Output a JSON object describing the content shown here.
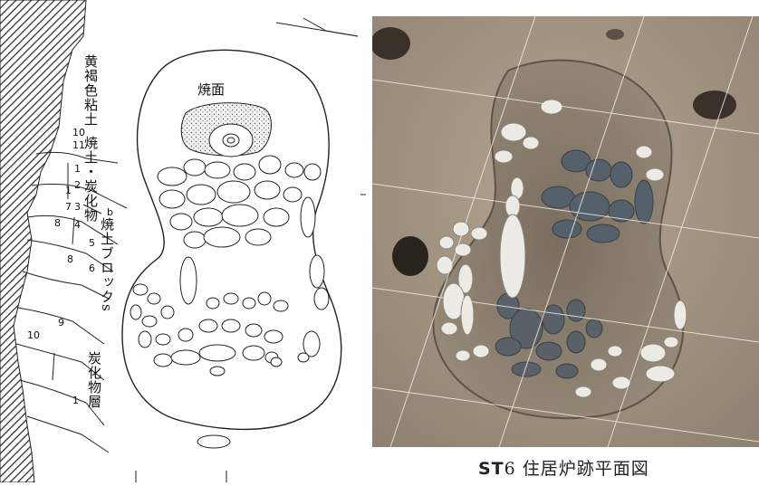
{
  "drawing": {
    "labels": {
      "yellow_clay": "黄褐色粘土",
      "burnt_soil_charcoal": "焼土・炭化物",
      "burnt_soil_block": "焼土ブロックs",
      "charcoal_layer": "炭化物層",
      "burnt_face": "焼面",
      "marker_b": "b"
    },
    "layer_numbers": [
      "10",
      "11",
      "1",
      "2",
      "1",
      "7",
      "3",
      "4",
      "5",
      "8",
      "6",
      "8",
      "9",
      "10",
      "1"
    ]
  },
  "caption": {
    "prefix": "ST",
    "text": "6 住居炉跡平面図"
  },
  "colors": {
    "line": "#222222",
    "hatch": "#333333",
    "stipple": "#555555",
    "soil_photo": "#a89a88"
  }
}
